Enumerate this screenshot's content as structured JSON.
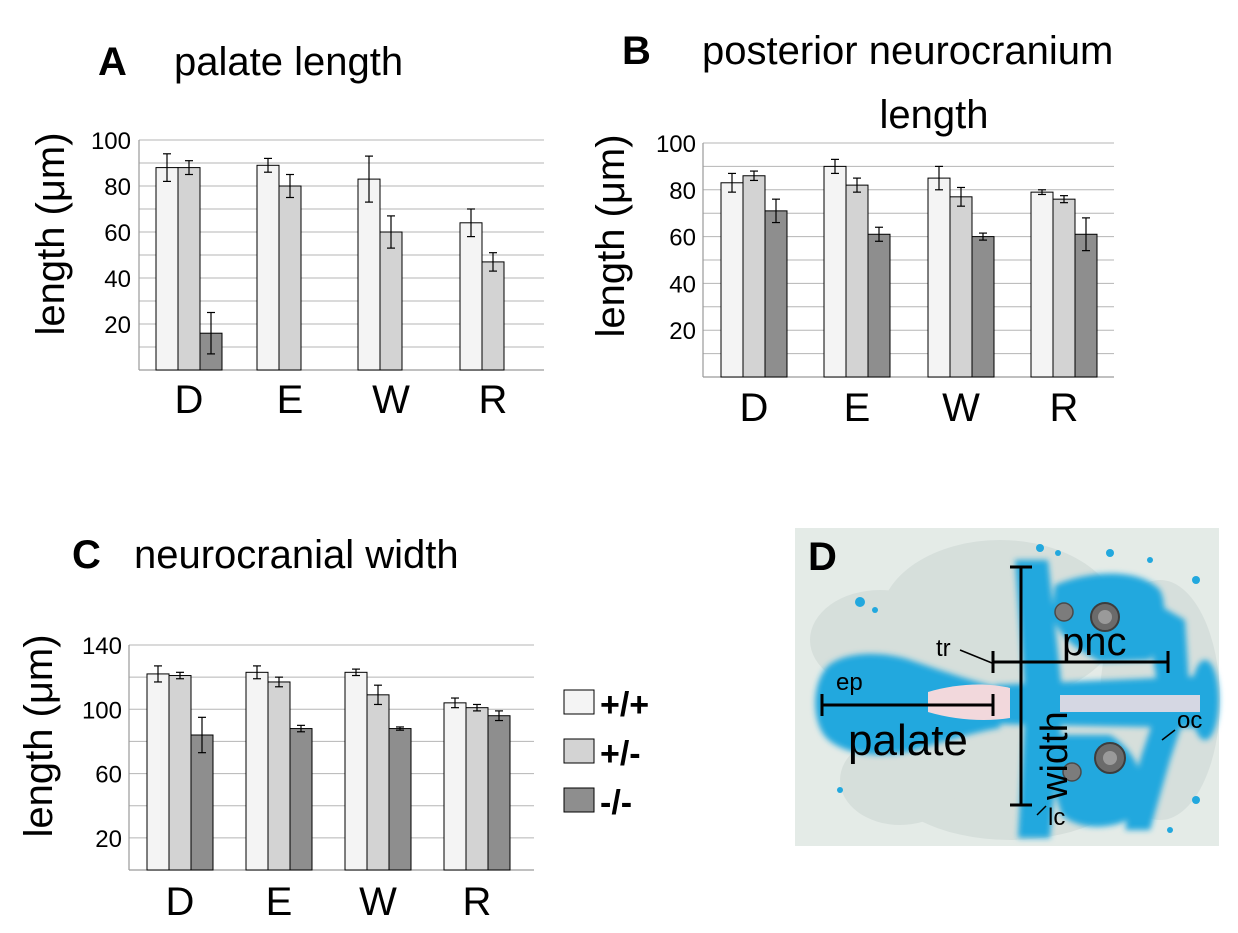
{
  "colors": {
    "wild_type": "#f4f4f4",
    "heterozygous": "#d3d3d3",
    "mutant": "#8e8e8e",
    "grid": "#b5b5b5",
    "cartilage_blue": "#22a8de",
    "photo_background": "#e4ebe7"
  },
  "legend": {
    "items": [
      {
        "label": "+/+",
        "color": "#f4f4f4"
      },
      {
        "label": "+/-",
        "color": "#d3d3d3"
      },
      {
        "label": "-/-",
        "color": "#8e8e8e"
      }
    ]
  },
  "chart_data": [
    {
      "type": "bar",
      "panel": "A",
      "title": "palate length",
      "ylabel": "length (μm)",
      "xlabel": "",
      "categories": [
        "D",
        "E",
        "W",
        "R"
      ],
      "ylim": [
        0,
        100
      ],
      "yticks": [
        20,
        40,
        60,
        80,
        100
      ],
      "grid": true,
      "series": [
        {
          "name": "+/+",
          "values": [
            88,
            89,
            83,
            64
          ],
          "errors": [
            6,
            3,
            10,
            6
          ]
        },
        {
          "name": "+/-",
          "values": [
            88,
            80,
            60,
            47
          ],
          "errors": [
            3,
            5,
            7,
            4
          ]
        },
        {
          "name": "-/-",
          "values": [
            16,
            null,
            null,
            null
          ],
          "errors": [
            9,
            null,
            null,
            null
          ]
        }
      ]
    },
    {
      "type": "bar",
      "panel": "B",
      "title": "posterior neurocranium length",
      "ylabel": "length (μm)",
      "xlabel": "",
      "categories": [
        "D",
        "E",
        "W",
        "R"
      ],
      "ylim": [
        0,
        100
      ],
      "yticks": [
        20,
        40,
        60,
        80,
        100
      ],
      "grid": true,
      "series": [
        {
          "name": "+/+",
          "values": [
            83,
            90,
            85,
            79
          ],
          "errors": [
            4,
            3,
            5,
            1
          ]
        },
        {
          "name": "+/-",
          "values": [
            86,
            82,
            77,
            76
          ],
          "errors": [
            2,
            3,
            4,
            1.5
          ]
        },
        {
          "name": "-/-",
          "values": [
            71,
            61,
            60,
            61
          ],
          "errors": [
            5,
            3,
            1.5,
            7
          ]
        }
      ]
    },
    {
      "type": "bar",
      "panel": "C",
      "title": "neurocranial width",
      "ylabel": "length (μm)",
      "xlabel": "",
      "categories": [
        "D",
        "E",
        "W",
        "R"
      ],
      "ylim": [
        0,
        140
      ],
      "yticks": [
        20,
        60,
        100,
        140
      ],
      "grid": true,
      "series": [
        {
          "name": "+/+",
          "values": [
            122,
            123,
            123,
            104
          ],
          "errors": [
            5,
            4,
            2,
            3
          ]
        },
        {
          "name": "+/-",
          "values": [
            121,
            117,
            109,
            101
          ],
          "errors": [
            2,
            3,
            6,
            2
          ]
        },
        {
          "name": "-/-",
          "values": [
            84,
            88,
            88,
            96
          ],
          "errors": [
            11,
            2,
            1,
            3
          ]
        }
      ]
    }
  ],
  "photo": {
    "panel": "D",
    "labels": {
      "palate": "palate",
      "pnc": "pnc",
      "width": "width",
      "ep": "ep",
      "tr": "tr",
      "oc": "oc",
      "lc": "lc"
    }
  }
}
